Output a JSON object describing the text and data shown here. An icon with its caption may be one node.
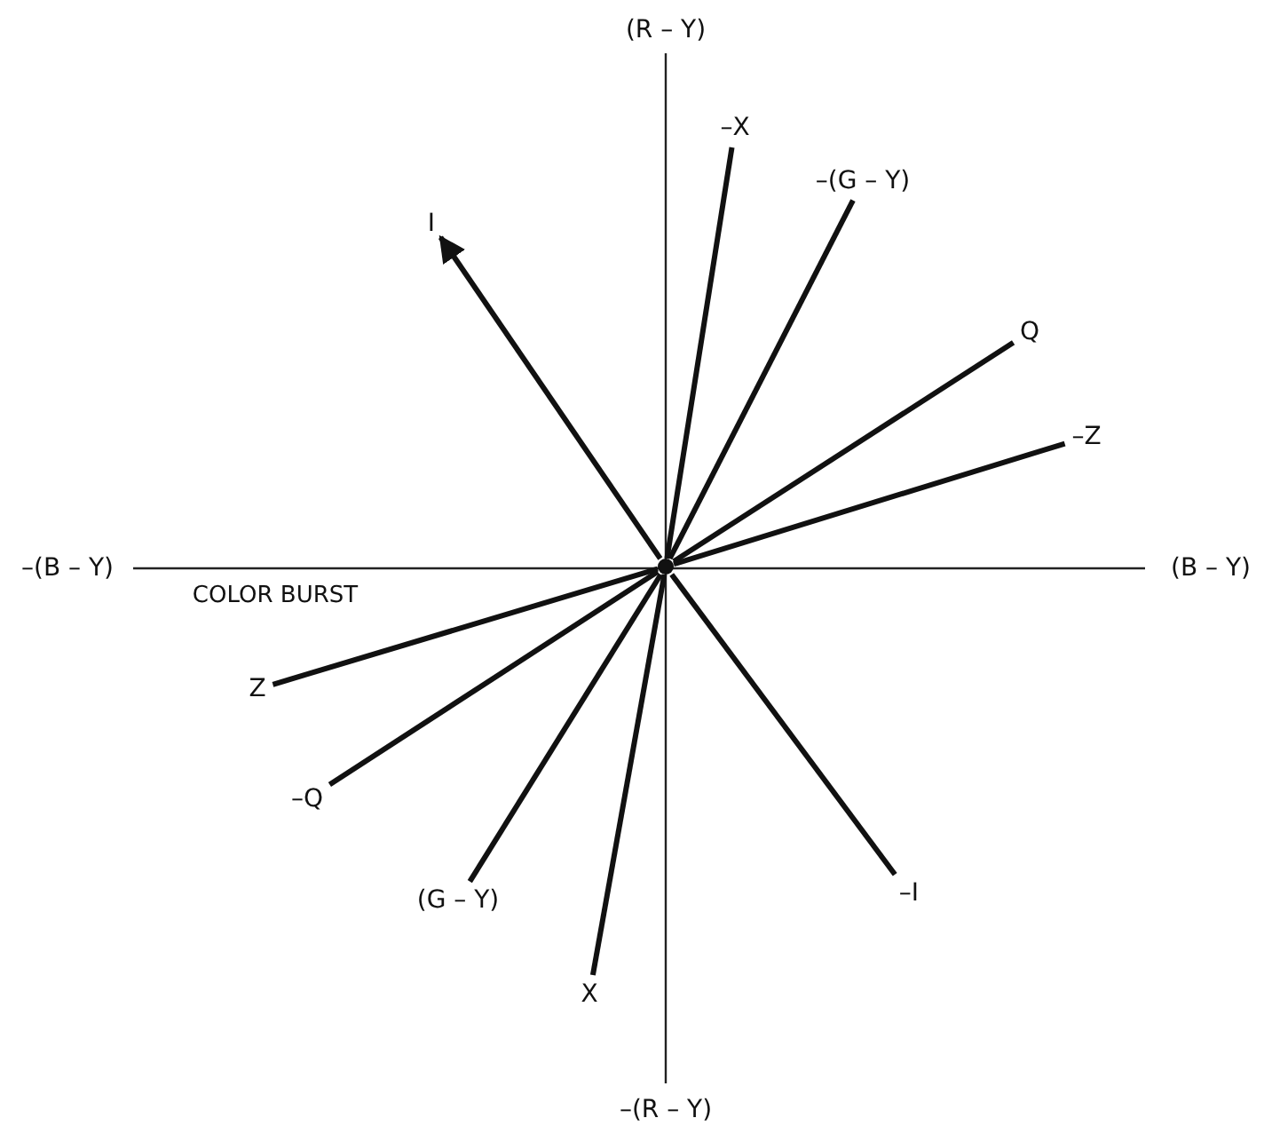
{
  "diagram": {
    "nodes": [
      {
        "text": [
          "–X"
        ]
      },
      {
        "text": [
          "–(G – Y)"
        ]
      },
      {
        "text": [
          "I"
        ]
      },
      {
        "text": [
          "Q"
        ]
      },
      {
        "text": [
          "–Z"
        ]
      },
      {
        "text": [],
        "shape": "circle"
      },
      {
        "text": [
          "Z"
        ]
      },
      {
        "text": [
          "–Q"
        ]
      },
      {
        "text": [
          "–I"
        ]
      },
      {
        "text": [
          "(G – Y)"
        ]
      },
      {
        "text": [
          "X"
        ]
      }
    ],
    "edges": [
      {
        "from": 5,
        "to": 2,
        "arrow": "to"
      },
      {
        "from": 5,
        "to": 0,
        "arrow": "none"
      },
      {
        "from": 5,
        "to": 1,
        "arrow": "none"
      },
      {
        "from": 5,
        "to": 3,
        "arrow": "none"
      },
      {
        "from": 5,
        "to": 4,
        "arrow": "none"
      },
      {
        "from": 5,
        "to": 6,
        "arrow": "none"
      },
      {
        "from": 5,
        "to": 7,
        "arrow": "none"
      },
      {
        "from": 5,
        "to": 9,
        "arrow": "none"
      },
      {
        "from": 5,
        "to": 10,
        "arrow": "none"
      },
      {
        "from": 5,
        "to": 8,
        "arrow": "none"
      }
    ],
    "labels": [
      "(R – Y)",
      "–(B – Y)",
      "(B – Y)",
      "COLOR BURST",
      "–(R – Y)"
    ]
  }
}
